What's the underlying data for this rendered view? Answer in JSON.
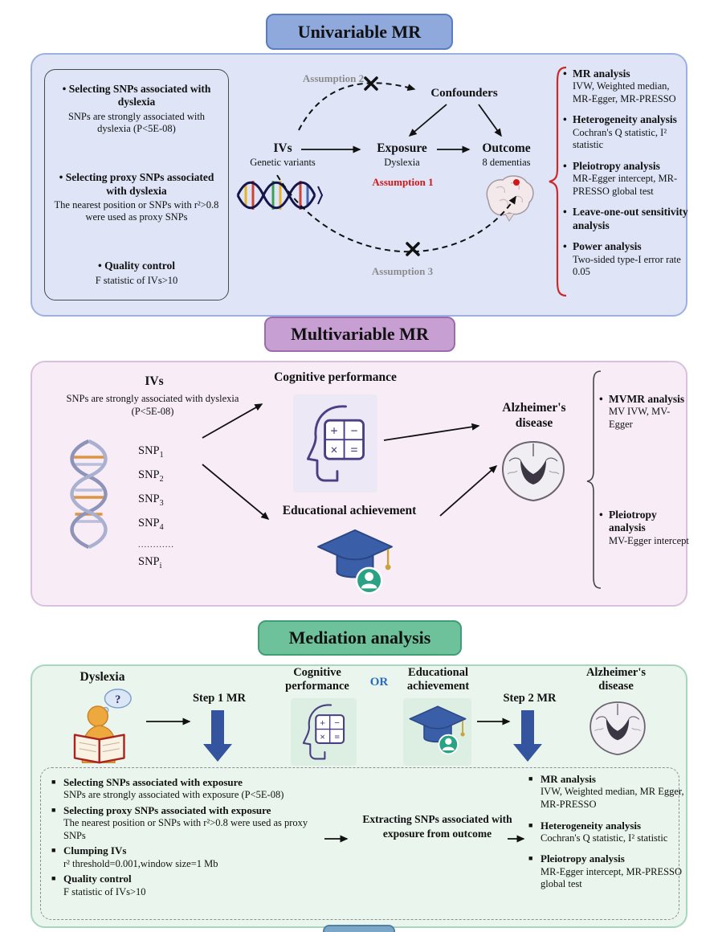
{
  "panel1": {
    "title": "Univariable MR",
    "left": {
      "item1_head": "Selecting SNPs associated with dyslexia",
      "item1_body": "SNPs are strongly associated with dyslexia (P<5E-08)",
      "item2_head": "Selecting proxy SNPs associated with dyslexia",
      "item2_body": "The nearest position or SNPs with r²>0.8 were used as proxy SNPs",
      "item3_head": "Quality control",
      "item3_body": "F statistic of IVs>10"
    },
    "dag": {
      "assumption2": "Assumption 2",
      "confounders": "Confounders",
      "ivs": "IVs",
      "ivs_sub": "Genetic variants",
      "exposure": "Exposure",
      "exposure_sub": "Dyslexia",
      "assumption1": "Assumption 1",
      "outcome": "Outcome",
      "outcome_sub": "8 dementias",
      "assumption3": "Assumption 3"
    },
    "right": {
      "item1_head": "MR analysis",
      "item1_body": "IVW, Weighted median, MR-Egger, MR-PRESSO",
      "item2_head": "Heterogeneity analysis",
      "item2_body": "Cochran's Q statistic, I² statistic",
      "item3_head": "Pleiotropy analysis",
      "item3_body": "MR-Egger intercept, MR-PRESSO global test",
      "item4_head": "Leave-one-out sensitivity analysis",
      "item5_head": "Power analysis",
      "item5_body": "Two-sided type-I error rate 0.05"
    }
  },
  "panel2": {
    "title": "Multivariable MR",
    "ivs_head": "IVs",
    "ivs_body": "SNPs are strongly associated with dyslexia (P<5E-08)",
    "snps": [
      {
        "label": "SNP",
        "sub": "1"
      },
      {
        "label": "SNP",
        "sub": "2"
      },
      {
        "label": "SNP",
        "sub": "3"
      },
      {
        "label": "SNP",
        "sub": "4"
      },
      {
        "label": "SNP",
        "sub": "i"
      }
    ],
    "snp_ellipsis": "............",
    "cognitive": "Cognitive performance",
    "educational": "Educational achievement",
    "alzheimer": "Alzheimer's disease",
    "right": {
      "item1_head": "MVMR analysis",
      "item1_body": "MV IVW, MV-Egger",
      "item2_head": "Pleiotropy analysis",
      "item2_body": "MV-Egger intercept"
    }
  },
  "panel3": {
    "title": "Mediation analysis",
    "dyslexia": "Dyslexia",
    "step1": "Step 1 MR",
    "cognitive": "Cognitive performance",
    "or_label": "OR",
    "educational": "Educational achievement",
    "step2": "Step 2 MR",
    "alzheimer": "Alzheimer's disease",
    "box": {
      "item1_head": "Selecting SNPs associated with exposure",
      "item1_body": "SNPs are strongly associated with exposure (P<5E-08)",
      "item2_head": "Selecting proxy SNPs associated with exposure",
      "item2_body": "The nearest position or SNPs with r²>0.8 were used as proxy SNPs",
      "item3_head": "Clumping IVs",
      "item3_body": "r² threshold=0.001,window size=1 Mb",
      "item4_head": "Quality control",
      "item4_body": "F statistic of IVs>10",
      "extract": "Extracting SNPs associated with exposure from outcome",
      "r1_head": "MR analysis",
      "r1_body": "IVW, Weighted median, MR Egger, MR-PRESSO",
      "r2_head": "Heterogeneity analysis",
      "r2_body": "Cochran's Q statistic, I² statistic",
      "r3_head": "Pleiotropy analysis",
      "r3_body": "MR-Egger intercept, MR-PRESSO global test"
    }
  },
  "icons": {
    "math_plus": "+",
    "math_minus": "−",
    "math_times": "×",
    "math_equals": "=",
    "question_mark": "?"
  },
  "colors": {
    "uni-header-bg": "#8fa9dc",
    "uni-header-border": "#5b7cc0",
    "uni-panel-bg": "#dfe5f6",
    "uni-panel-border": "#9db1e0",
    "mv-header-bg": "#c79fd2",
    "mv-header-border": "#9a6cab",
    "mv-panel-bg": "#f8edf7",
    "mv-panel-border": "#d9c0de",
    "med-header-bg": "#6ec29b",
    "med-header-border": "#3f9e74",
    "med-panel-bg": "#e9f5ed",
    "med-panel-border": "#a8d6bc",
    "assumption-red": "#d01616",
    "assumption-gray": "#8c8c8c",
    "or-blue": "#2a6bbf",
    "step-blue": "#35549f",
    "brace-red": "#cc2a2a"
  }
}
